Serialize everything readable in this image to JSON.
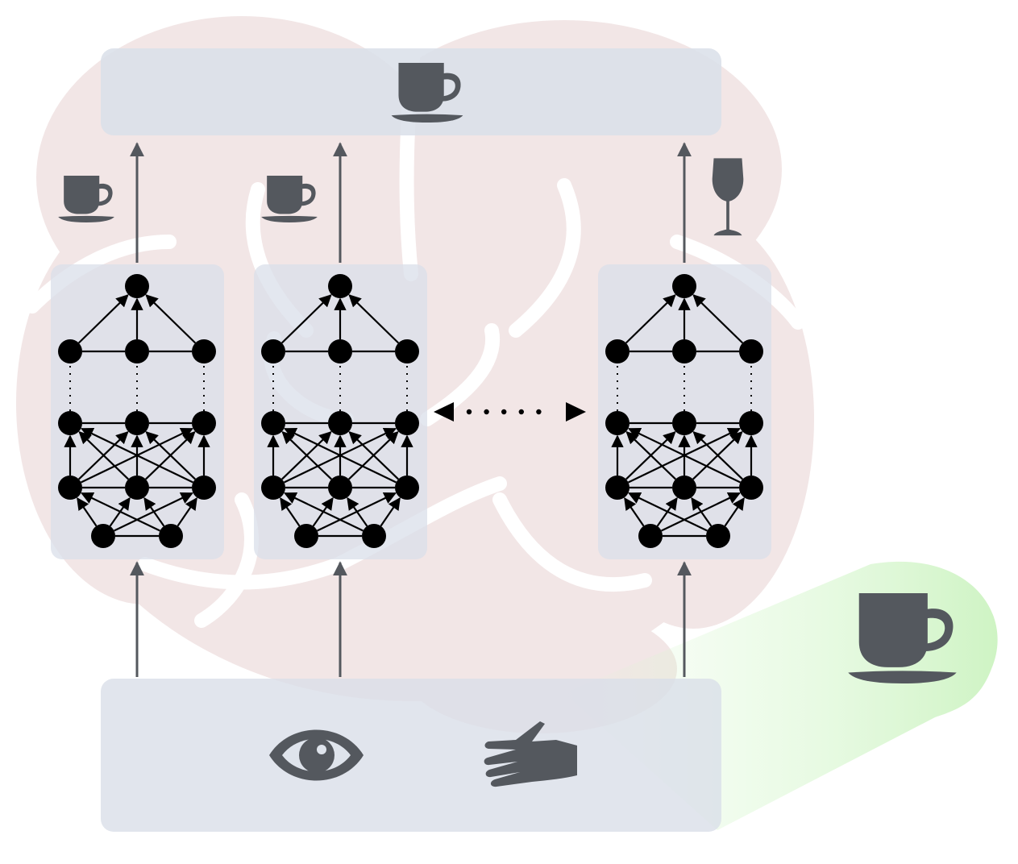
{
  "diagram": {
    "colors": {
      "background": "#ffffff",
      "brain_fill": "#f2e6e6",
      "brain_fold": "#ffffff",
      "panel_fill": "#d9dfe9",
      "icon_fill": "#54585e",
      "node_fill": "#000000",
      "beam_fill": "#d8f7d0"
    },
    "output_panel": {
      "icon": "coffee-cup-icon"
    },
    "input_panel": {
      "icons": [
        "eye-icon",
        "hand-icon"
      ]
    },
    "columns": [
      {
        "id": "column-1",
        "prediction_icon": "coffee-cup-icon"
      },
      {
        "id": "column-2",
        "prediction_icon": "coffee-cup-icon"
      },
      {
        "id": "column-3",
        "prediction_icon": "wine-glass-icon"
      }
    ],
    "lateral_connection": {
      "icon": "bidirectional-dotted-arrow"
    },
    "sensed_object": {
      "icon": "coffee-cup-icon"
    }
  }
}
